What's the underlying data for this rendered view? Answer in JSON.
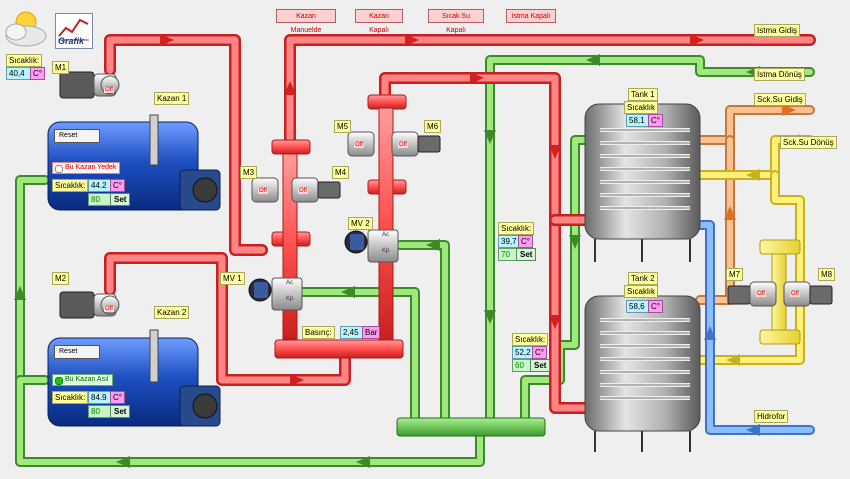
{
  "alarms": [
    "Kazan Manuelde",
    "Kazan Kapalı",
    "Sıcak Su Kapalı",
    "Istma Kapalı"
  ],
  "grafik_label": "Grafik",
  "outdoor": {
    "label": "Sıcaklık",
    "value": "40,4",
    "unit": "C°"
  },
  "motors": {
    "m1": "M1",
    "m2": "M2",
    "m3": "M3",
    "m4": "M4",
    "m5": "M5",
    "m6": "M6",
    "m7": "M7",
    "m8": "M8",
    "mv1": "MV 1",
    "mv2": "MV 2"
  },
  "pump_state": "Off",
  "valve_labels": {
    "open": "Ac",
    "close": "Kp"
  },
  "boiler1": {
    "title": "Kazan 1",
    "reset": "Reset",
    "status": "Bu Kazan Yedek",
    "temp_label": "Sıcaklık",
    "temp": "44.2",
    "unit": "C°",
    "setpoint": "80",
    "set_label": "Set"
  },
  "boiler2": {
    "title": "Kazan 2",
    "reset": "Reset",
    "status": "Bu Kazan Asıl",
    "temp_label": "Sıcaklık",
    "temp": "84.9",
    "unit": "C°",
    "setpoint": "80",
    "set_label": "Set"
  },
  "tank1": {
    "title": "Tank 1",
    "temp_label": "Sıcaklık",
    "temp": "58,1",
    "unit": "C°"
  },
  "tank2": {
    "title": "Tank 2",
    "temp_label": "Sıcaklık",
    "temp": "58,6",
    "unit": "C°"
  },
  "heating_loop": {
    "temp_label": "Sıcaklık",
    "temp": "39,7",
    "unit": "C°",
    "setpoint": "70",
    "set_label": "Set"
  },
  "hot_water_loop": {
    "temp_label": "Sıcaklık",
    "temp": "52,2",
    "unit": "C°",
    "setpoint": "60",
    "set_label": "Set"
  },
  "pressure": {
    "label": "Basınç",
    "value": "2,45",
    "unit": "Bar"
  },
  "lines": {
    "heating_supply": "Istma Gidiş",
    "heating_return": "Istma Dönüş",
    "hw_supply": "Sck.Su Gidiş",
    "hw_return": "Sck.Su Dönüş",
    "hydrofor": "Hidrofor"
  },
  "colors": {
    "hot": "#ff6b6b",
    "hot_dark": "#d23030",
    "return": "#7fcf5f",
    "return_dark": "#3d8a2c",
    "hw": "#ffee55",
    "hw_supply": "#ffb07a",
    "cold": "#6aa6ff",
    "boiler": "#1e4fb3",
    "tank": "#9a9a9a"
  }
}
